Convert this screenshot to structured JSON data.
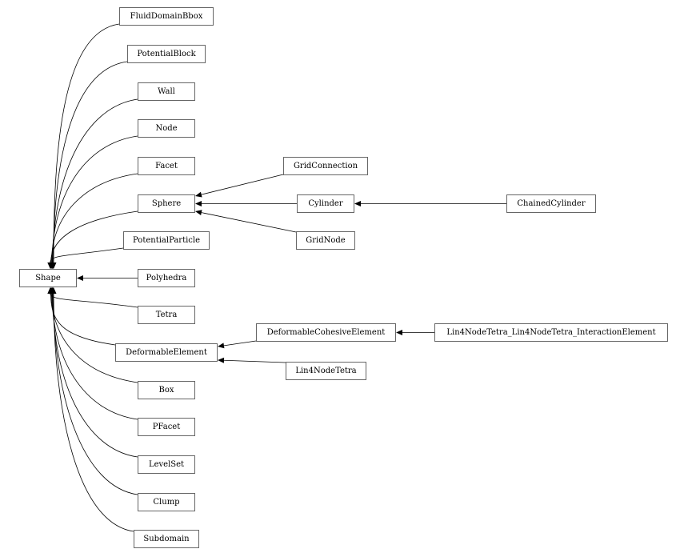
{
  "nodes": {
    "FluidDomainBbox": "FluidDomainBbox",
    "PotentialBlock": "PotentialBlock",
    "Wall": "Wall",
    "Node": "Node",
    "Facet": "Facet",
    "Sphere": "Sphere",
    "PotentialParticle": "PotentialParticle",
    "Shape": "Shape",
    "Polyhedra": "Polyhedra",
    "Tetra": "Tetra",
    "DeformableElement": "DeformableElement",
    "Box": "Box",
    "PFacet": "PFacet",
    "LevelSet": "LevelSet",
    "Clump": "Clump",
    "Subdomain": "Subdomain",
    "GridConnection": "GridConnection",
    "Cylinder": "Cylinder",
    "GridNode": "GridNode",
    "ChainedCylinder": "ChainedCylinder",
    "DeformableCohesiveElement": "DeformableCohesiveElement",
    "Lin4NodeTetra": "Lin4NodeTetra",
    "Lin4NodeTetra_Lin4NodeTetra_InteractionElement": "Lin4NodeTetra_Lin4NodeTetra_InteractionElement"
  },
  "edges": [
    [
      "FluidDomainBbox",
      "Shape"
    ],
    [
      "PotentialBlock",
      "Shape"
    ],
    [
      "Wall",
      "Shape"
    ],
    [
      "Node",
      "Shape"
    ],
    [
      "Facet",
      "Shape"
    ],
    [
      "Sphere",
      "Shape"
    ],
    [
      "PotentialParticle",
      "Shape"
    ],
    [
      "Polyhedra",
      "Shape"
    ],
    [
      "Tetra",
      "Shape"
    ],
    [
      "DeformableElement",
      "Shape"
    ],
    [
      "Box",
      "Shape"
    ],
    [
      "PFacet",
      "Shape"
    ],
    [
      "LevelSet",
      "Shape"
    ],
    [
      "Clump",
      "Shape"
    ],
    [
      "Subdomain",
      "Shape"
    ],
    [
      "GridConnection",
      "Sphere"
    ],
    [
      "Cylinder",
      "Sphere"
    ],
    [
      "GridNode",
      "Sphere"
    ],
    [
      "ChainedCylinder",
      "Cylinder"
    ],
    [
      "DeformableCohesiveElement",
      "DeformableElement"
    ],
    [
      "Lin4NodeTetra",
      "DeformableElement"
    ],
    [
      "Lin4NodeTetra_Lin4NodeTetra_InteractionElement",
      "DeformableCohesiveElement"
    ]
  ]
}
